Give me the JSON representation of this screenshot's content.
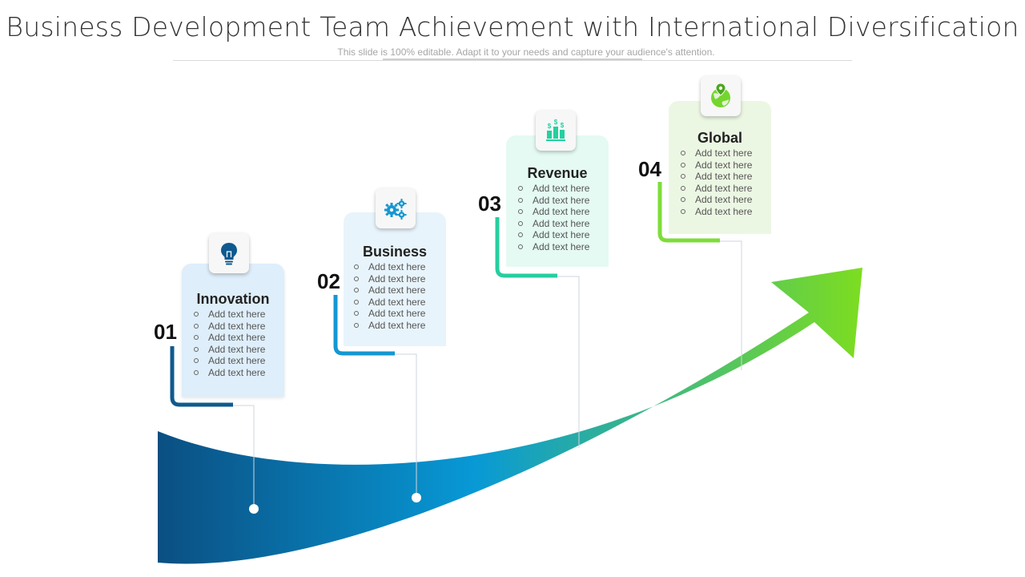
{
  "title": "Business Development Team Achievement with International Diversification",
  "subtitle": "This slide is 100% editable. Adapt it to your needs and capture your audience's attention.",
  "colors": {
    "arrow_start": "#0a4f82",
    "arrow_mid": "#0899d6",
    "arrow_end": "#7ddd20",
    "step1": "#0f5a8e",
    "step2": "#1497d2",
    "step3": "#25cfa0",
    "step4": "#7ddd3a"
  },
  "steps": [
    {
      "number": "01",
      "title": "Innovation",
      "icon": "lightbulb-icon",
      "items": [
        "Add text here",
        "Add text here",
        "Add text here",
        "Add text here",
        "Add text here",
        "Add text here"
      ]
    },
    {
      "number": "02",
      "title": "Business",
      "icon": "gears-icon",
      "items": [
        "Add text here",
        "Add text here",
        "Add text here",
        "Add text here",
        "Add text here",
        "Add text here"
      ]
    },
    {
      "number": "03",
      "title": "Revenue",
      "icon": "bar-chart-dollar-icon",
      "items": [
        "Add text here",
        "Add text here",
        "Add text here",
        "Add text here",
        "Add text here",
        "Add text here"
      ]
    },
    {
      "number": "04",
      "title": "Global",
      "icon": "globe-pin-icon",
      "items": [
        "Add text here",
        "Add text here",
        "Add text here",
        "Add text here",
        "Add text here",
        "Add text here"
      ]
    }
  ]
}
